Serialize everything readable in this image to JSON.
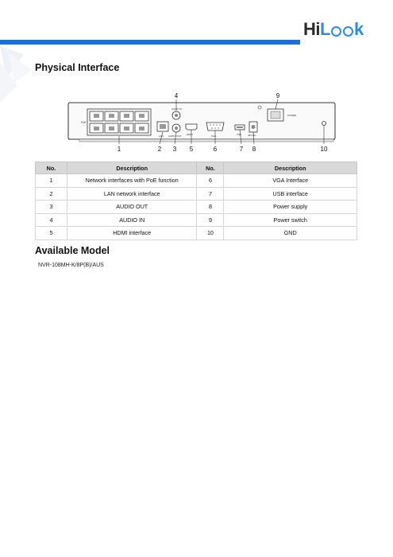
{
  "brand": {
    "part1": "Hi",
    "part2": "L",
    "part3": "k"
  },
  "sections": {
    "physical_interface": "Physical Interface",
    "available_model": "Available Model"
  },
  "callouts": [
    "1",
    "2",
    "3",
    "4",
    "5",
    "6",
    "7",
    "8",
    "9",
    "10"
  ],
  "panel_labels": {
    "poe": "PoE",
    "lan": "LAN",
    "audio_in": "AUDIO IN",
    "audio_out": "AUDIO OUT",
    "hdmi": "HDMI",
    "vga": "VGA",
    "usb": "USB",
    "dc": "48V DC",
    "power": "POWER"
  },
  "table": {
    "headers": [
      "No.",
      "Description",
      "No.",
      "Description"
    ],
    "rows": [
      [
        "1",
        "Network interfaces with PoE function",
        "6",
        "VGA Interface"
      ],
      [
        "2",
        "LAN network interface",
        "7",
        "USB interface"
      ],
      [
        "3",
        "AUDIO OUT",
        "8",
        "Power supply"
      ],
      [
        "4",
        "AUDIO IN",
        "9",
        "Power switch"
      ],
      [
        "5",
        "HDMI interface",
        "10",
        "GND"
      ]
    ]
  },
  "model_name": "NVR-108MH-K/8P(B)/AUS",
  "colors": {
    "accent": "#1f6fd1",
    "logo_blue": "#2e8be0",
    "header_row": "#d9d9d9"
  }
}
